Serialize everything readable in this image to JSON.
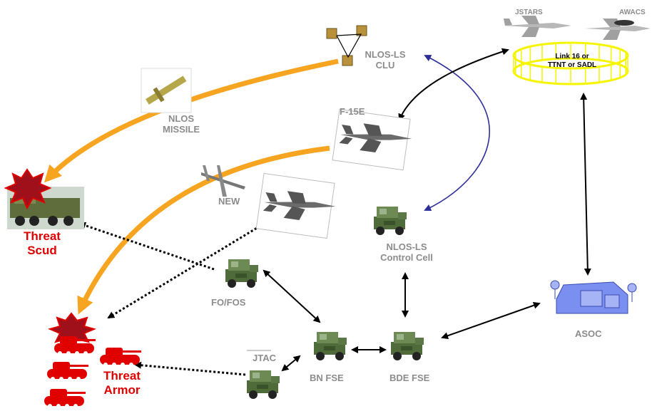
{
  "labels": {
    "jstars": "JSTARS",
    "awacs": "AWACS",
    "link16": "Link 16 or",
    "link16_line2": "TTNT or SADL",
    "nlos_ls_clu": "NLOS-LS",
    "nlos_ls_clu_line2": "CLU",
    "nlos_missile": "NLOS",
    "nlos_missile_line2": "MISSILE",
    "f15e": "F-15E",
    "new": "NEW",
    "threat_scud": "Threat",
    "threat_scud_line2": "Scud",
    "nlos_ls_cell": "NLOS-LS",
    "nlos_ls_cell_line2": "Control Cell",
    "fo_fos": "FO/FOS",
    "asoc": "ASOC",
    "jtac": "JTAC",
    "bn_fse": "BN FSE",
    "bde_fse": "BDE FSE",
    "threat_armor": "Threat",
    "threat_armor_line2": "Armor"
  },
  "colors": {
    "orange": "#f7a520",
    "navy": "#2e2e9a",
    "red": "#e00000",
    "yellow": "#f5f500",
    "grey_text": "#8c8c8c",
    "asoc_blue": "#7b8ff0",
    "humvee_green": "#4f6b3a"
  },
  "icons": [
    "scud-launcher-icon",
    "tank-icon",
    "humvee-icon",
    "jet-icon",
    "missile-icon",
    "uav-icon",
    "awacs-icon",
    "asoc-building-icon",
    "explosion-icon"
  ]
}
